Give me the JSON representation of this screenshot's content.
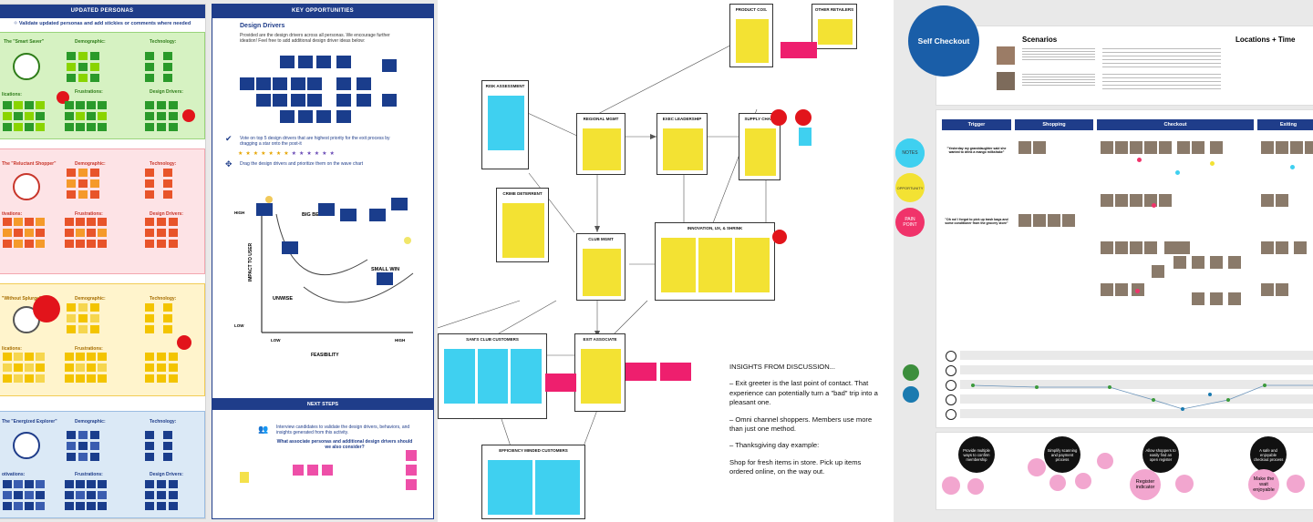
{
  "personas": {
    "title": "UPDATED PERSONAS",
    "instruction": "Validate updated personas and add stickies or comments where needed",
    "smart_saver": "The \"Smart Saver\"",
    "reluctant_shopper": "The \"Reluctant Shopper\"",
    "without_splurge": "\"Without Splurge\"",
    "energized_explorer": "The \"Energized Explorer\"",
    "demographic": "Demographic:",
    "technology": "Technology:",
    "frustrations": "Frustrations:",
    "design_drivers": "Design Drivers:",
    "motivations": "Motivations:",
    "motivations_short": "tivations:",
    "lications": "lications:",
    "otivations": "otivations:"
  },
  "opportunities": {
    "title": "KEY OPPORTUNITIES",
    "design_drivers": "Design Drivers",
    "description": "Provided are the design drivers across all personas. We encourage further ideation! Feel free to add additional design driver ideas below:",
    "vote": "Vote on top 5 design drivers that are highest priority for the exit process by dragging a star onto the post-it",
    "drag": "Drag the design drivers and prioritize them on the wave chart",
    "y_axis": "IMPACT TO USER",
    "x_axis": "FEASIBILITY",
    "high": "HIGH",
    "low": "LOW",
    "big_bets": "BIG BETS",
    "small_win": "SMALL WIN",
    "unwise": "UNWISE",
    "next_steps": "NEXT STEPS",
    "next_steps_text": "Interview candidates to validate the design drivers, behaviors, and insights generated from this activity.",
    "next_steps_q": "What associate personas and additional design drivers should we also consider?"
  },
  "map": {
    "risk": "RISK ASSESSMENT",
    "regional": "REGIONAL MGMT",
    "exec": "EXEC LEADERSHIP",
    "supply": "SUPPLY CHAIN",
    "product": "PRODUCT COS.",
    "other": "OTHER RETAILERS",
    "crime": "CRIME DETERRENT",
    "club": "CLUB MGMT",
    "innovation": "INNOVATION, UX, & SHRINK",
    "customers": "SAM'S CLUB CUSTOMERS",
    "exit": "EXIT ASSOCIATE",
    "efficiency": "EFFICIENCY MINDED CUSTOMERS",
    "insights_title": "INSIGHTS FROM DISCUSSION...",
    "insight1": "– Exit greeter is the last point of contact. That experience can potentially turn a \"bad\" trip into a pleasant one.",
    "insight2": "– Omni channel shoppers. Members use more than just one method.",
    "insight3": "– Thanksgiving day example:",
    "insight4": "Shop for fresh items in store. Pick up items ordered online, on the way out."
  },
  "journey": {
    "badge": "Self Checkout",
    "scenarios": "Scenarios",
    "locations": "Locations + Time",
    "legend": [
      "NOTES",
      "OPPORTUNITY",
      "PAIN POINT"
    ],
    "columns": [
      "Trigger",
      "Shopping",
      "Checkout",
      "Exiting"
    ],
    "trigger1": "\"Yesterday my granddaughter said she wanted to drink a mango milkshake\"",
    "trigger2": "\"Oh no! I forgot to pick up trash bags and some conditioner from the grocery store\"",
    "opps": [
      "Provide multiple ways to confirm membership",
      "Simplify scanning and payment process",
      "Allow shoppers to easily find an open register",
      "A safe and enjoyable checkout process"
    ],
    "pinks": [
      "Register indicator",
      "Make the wait enjoyable"
    ]
  }
}
